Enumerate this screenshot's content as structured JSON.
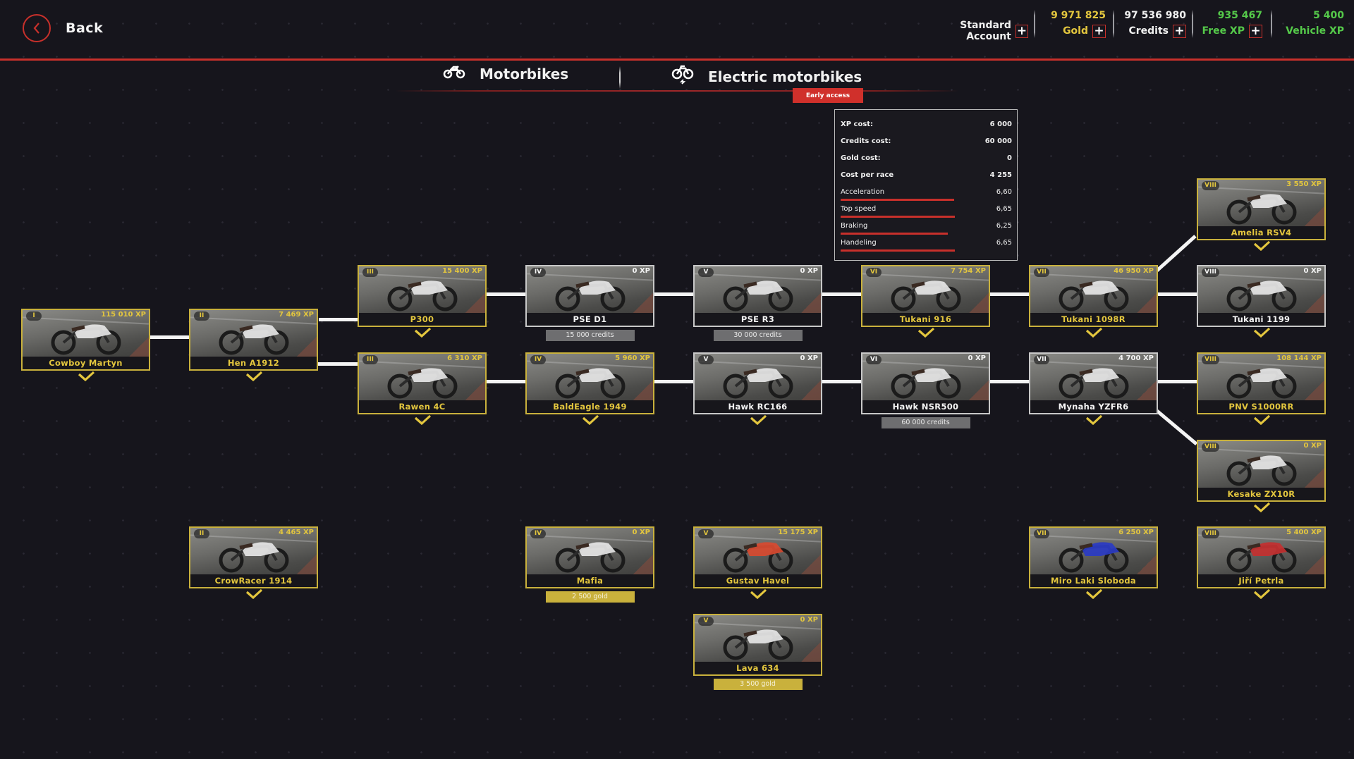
{
  "header": {
    "back_label": "Back",
    "account": {
      "label": "Standard Account"
    },
    "gold": {
      "value": "9 971 825",
      "label": "Gold"
    },
    "credits": {
      "value": "97 536 980",
      "label": "Credits"
    },
    "free_xp": {
      "value": "935 467",
      "label": "Free XP"
    },
    "vehicle_xp": {
      "value": "5 400",
      "label": "Vehicle XP"
    },
    "colors": {
      "accent": "#c8302b",
      "gold": "#e3c63e",
      "xp": "#55c94a"
    }
  },
  "tabs": [
    {
      "label": "Motorbikes",
      "icon": "motorbike-icon",
      "active": true
    },
    {
      "label": "Electric motorbikes",
      "icon": "electric-bike-icon",
      "badge": "Early access"
    }
  ],
  "stats_panel": {
    "rows": [
      {
        "label": "XP cost:",
        "value": "6 000"
      },
      {
        "label": "Credits cost:",
        "value": "60 000"
      },
      {
        "label": "Gold cost:",
        "value": "0"
      },
      {
        "label": "Cost per race",
        "value": "4 255"
      }
    ],
    "bars": [
      {
        "label": "Acceleration",
        "value": "6,60",
        "pct": 0.66
      },
      {
        "label": "Top speed",
        "value": "6,65",
        "pct": 0.665
      },
      {
        "label": "Braking",
        "value": "6,25",
        "pct": 0.625
      },
      {
        "label": "Handeling",
        "value": "6,65",
        "pct": 0.665
      }
    ]
  },
  "bikes": [
    {
      "id": "cowboy-martyn",
      "tier": "I",
      "xp": "115 010 XP",
      "name": "Cowboy Martyn",
      "style": "gold",
      "owned": true
    },
    {
      "id": "hen-a1912",
      "tier": "II",
      "xp": "7 469 XP",
      "name": "Hen A1912",
      "style": "gold",
      "owned": true
    },
    {
      "id": "p300",
      "tier": "III",
      "xp": "15 400 XP",
      "name": "P300",
      "style": "gold",
      "owned": true
    },
    {
      "id": "rawen-4c",
      "tier": "III",
      "xp": "6 310 XP",
      "name": "Rawen 4C",
      "style": "gold",
      "owned": true
    },
    {
      "id": "pse-d1",
      "tier": "IV",
      "xp": "0 XP",
      "name": "PSE D1",
      "style": "white",
      "price": "15 000 credits",
      "price_type": "credits"
    },
    {
      "id": "baldeagle-1949",
      "tier": "IV",
      "xp": "5 960 XP",
      "name": "BaldEagle 1949",
      "style": "gold",
      "owned": true
    },
    {
      "id": "pse-r3",
      "tier": "V",
      "xp": "0 XP",
      "name": "PSE R3",
      "style": "white",
      "price": "30 000 credits",
      "price_type": "credits"
    },
    {
      "id": "hawk-rc166",
      "tier": "V",
      "xp": "0 XP",
      "name": "Hawk RC166",
      "style": "white",
      "owned": true
    },
    {
      "id": "tukani-916",
      "tier": "VI",
      "xp": "7 754 XP",
      "name": "Tukani 916",
      "style": "gold",
      "owned": true
    },
    {
      "id": "hawk-nsr500",
      "tier": "VI",
      "xp": "0 XP",
      "name": "Hawk NSR500",
      "style": "white",
      "price": "60 000 credits",
      "price_type": "credits"
    },
    {
      "id": "tukani-1098r",
      "tier": "VII",
      "xp": "46 950 XP",
      "name": "Tukani 1098R",
      "style": "gold",
      "owned": true
    },
    {
      "id": "mynaha-yzfr6",
      "tier": "VII",
      "xp": "4 700 XP",
      "name": "Mynaha YZFR6",
      "style": "white",
      "owned": true
    },
    {
      "id": "amelia-rsv4",
      "tier": "VIII",
      "xp": "3 550 XP",
      "name": "Amelia RSV4",
      "style": "gold",
      "owned": true
    },
    {
      "id": "tukani-1199",
      "tier": "VIII",
      "xp": "0 XP",
      "name": "Tukani 1199",
      "style": "white",
      "owned": true
    },
    {
      "id": "pnv-s1000rr",
      "tier": "VIII",
      "xp": "108 144 XP",
      "name": "PNV S1000RR",
      "style": "gold",
      "owned": true
    },
    {
      "id": "kesake-zx10r",
      "tier": "VIII",
      "xp": "0 XP",
      "name": "Kesake ZX10R",
      "style": "gold",
      "owned": true
    },
    {
      "id": "crowracer-1914",
      "tier": "II",
      "xp": "4 465 XP",
      "name": "CrowRacer 1914",
      "style": "gold",
      "owned": true
    },
    {
      "id": "mafia",
      "tier": "IV",
      "xp": "0 XP",
      "name": "Mafia",
      "style": "gold",
      "price": "2 500 gold",
      "price_type": "gold"
    },
    {
      "id": "gustav-havel",
      "tier": "V",
      "xp": "15 175 XP",
      "name": "Gustav Havel",
      "style": "gold",
      "owned": true
    },
    {
      "id": "lava-634",
      "tier": "V",
      "xp": "0 XP",
      "name": "Lava 634",
      "style": "gold",
      "price": "3 500 gold",
      "price_type": "gold"
    },
    {
      "id": "miro-laki-sloboda",
      "tier": "VII",
      "xp": "6 250 XP",
      "name": "Miro Laki Sloboda",
      "style": "gold",
      "owned": true
    },
    {
      "id": "jiri-petrla",
      "tier": "VIII",
      "xp": "5 400 XP",
      "name": "Jiří Petrla",
      "style": "gold",
      "owned": true
    }
  ]
}
